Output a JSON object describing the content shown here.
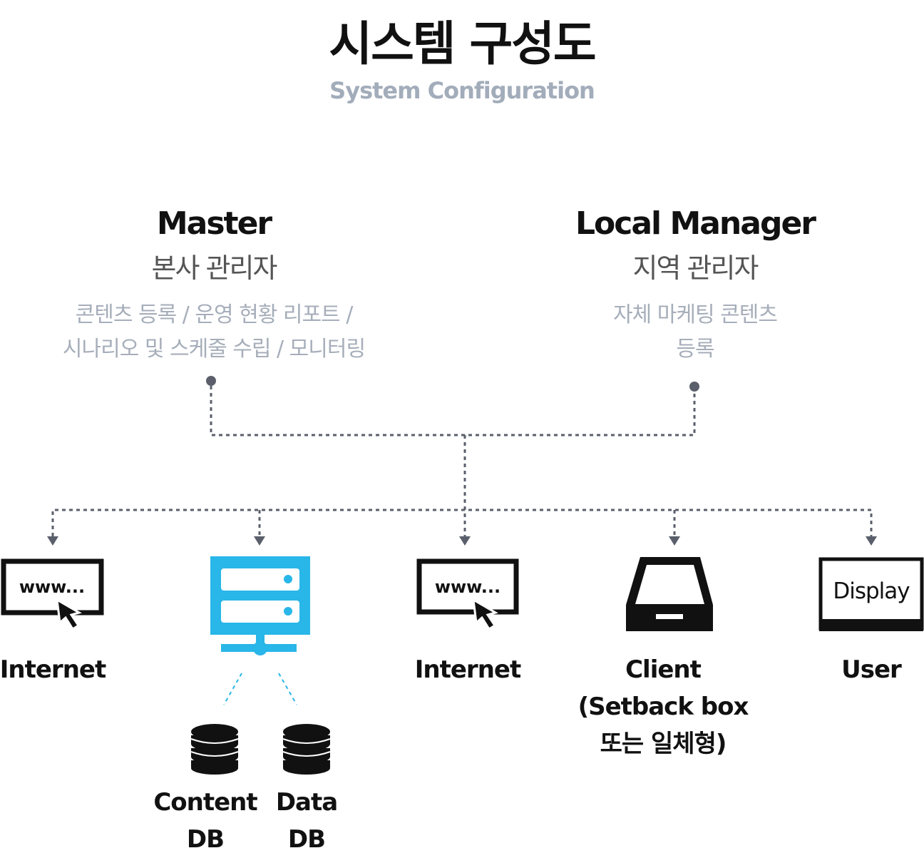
{
  "header": {
    "title": "시스템 구성도",
    "subtitle": "System Configuration"
  },
  "roles": {
    "master": {
      "title": "Master",
      "subtitle": "본사 관리자",
      "description_lines": [
        "콘텐츠 등록 / 운영 현황 리포트 /",
        "시나리오 및 스케줄 수립 / 모니터링"
      ]
    },
    "local": {
      "title": "Local Manager",
      "subtitle": "지역 관리자",
      "description_lines": [
        "자체 마케팅 콘텐츠",
        "등록"
      ]
    }
  },
  "nodes": {
    "internet1": {
      "label": "Internet",
      "screen_text": "www...",
      "icon": "browser-cursor-icon"
    },
    "server": {
      "icon": "server-icon",
      "color": "#29b6e8"
    },
    "internet2": {
      "label": "Internet",
      "screen_text": "www...",
      "icon": "browser-cursor-icon"
    },
    "client": {
      "label_lines": [
        "Client",
        "(Setback box",
        "또는 일체형)"
      ],
      "icon": "tray-box-icon"
    },
    "user": {
      "label": "User",
      "screen_text": "Display",
      "icon": "display-monitor-icon"
    }
  },
  "databases": {
    "content": {
      "label_lines": [
        "Content",
        "DB"
      ],
      "icon": "database-icon"
    },
    "data": {
      "label_lines": [
        "Data",
        "DB"
      ],
      "icon": "database-icon"
    }
  },
  "colors": {
    "connector": "#5a5f6b",
    "accent": "#29b6e8",
    "subtitle": "#a2acba"
  }
}
